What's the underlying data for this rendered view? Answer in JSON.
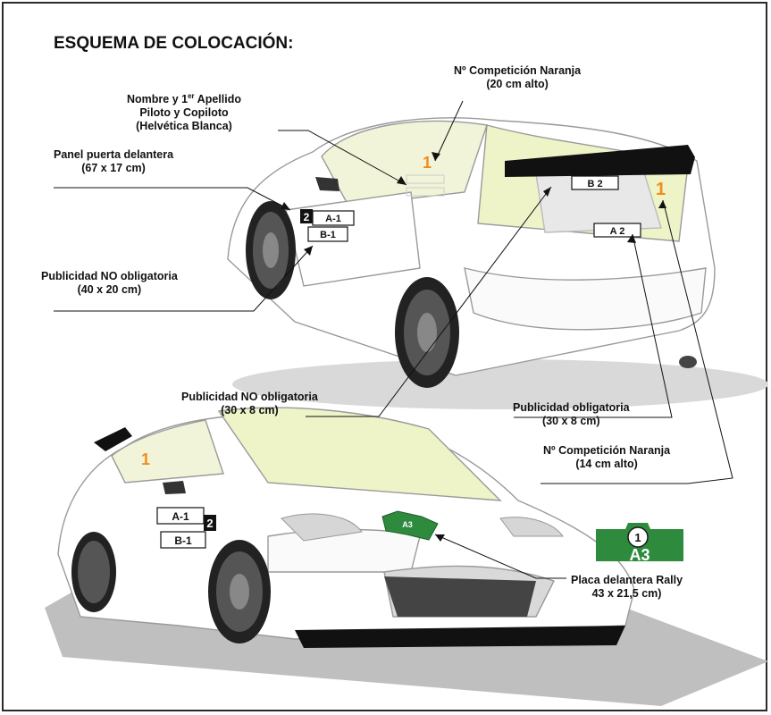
{
  "title": "ESQUEMA DE COLOCACIÓN:",
  "labels": {
    "nombre": {
      "line1": "Nombre y 1",
      "sup": "er",
      "line1b": " Apellido",
      "line2": "Piloto y Copiloto",
      "line3": "(Helvética Blanca)"
    },
    "num_comp_top": {
      "line1": "Nº Competición Naranja",
      "line2": "(20 cm alto)"
    },
    "panel_puerta": {
      "line1": "Panel puerta delantera",
      "line2": "(67 x 17 cm)"
    },
    "pub_no_obl_40": {
      "line1": "Publicidad NO obligatoria",
      "line2": "(40 x 20 cm)"
    },
    "pub_no_obl_30": {
      "line1": "Publicidad NO obligatoria",
      "line2": "(30 x 8 cm)"
    },
    "pub_obl": {
      "line1": "Publicidad obligatoria",
      "line2": "(30 x 8 cm)"
    },
    "num_comp_14": {
      "line1": "Nº Competición Naranja",
      "line2": "(14 cm alto)"
    },
    "placa": {
      "line1": "Placa delantera Rally",
      "line2": "43 x 21,5 cm)"
    }
  },
  "stickers": {
    "rear_door_num": "2",
    "rear_door_a": "A-1",
    "rear_door_b": "B-1",
    "rear_window_top": "B 2",
    "rear_bumper": "A 2",
    "rear_orange_num": "1",
    "side_orange_num": "1",
    "front_door_a": "A-1",
    "front_door_num": "2",
    "front_door_b": "B-1",
    "front_orange_num": "1",
    "hood_plate": "A3",
    "plate_num": "1",
    "plate_code": "A3"
  },
  "colors": {
    "orange": "#f28c1e",
    "green": "#2e8b3e",
    "glass": "#eef3c8"
  }
}
